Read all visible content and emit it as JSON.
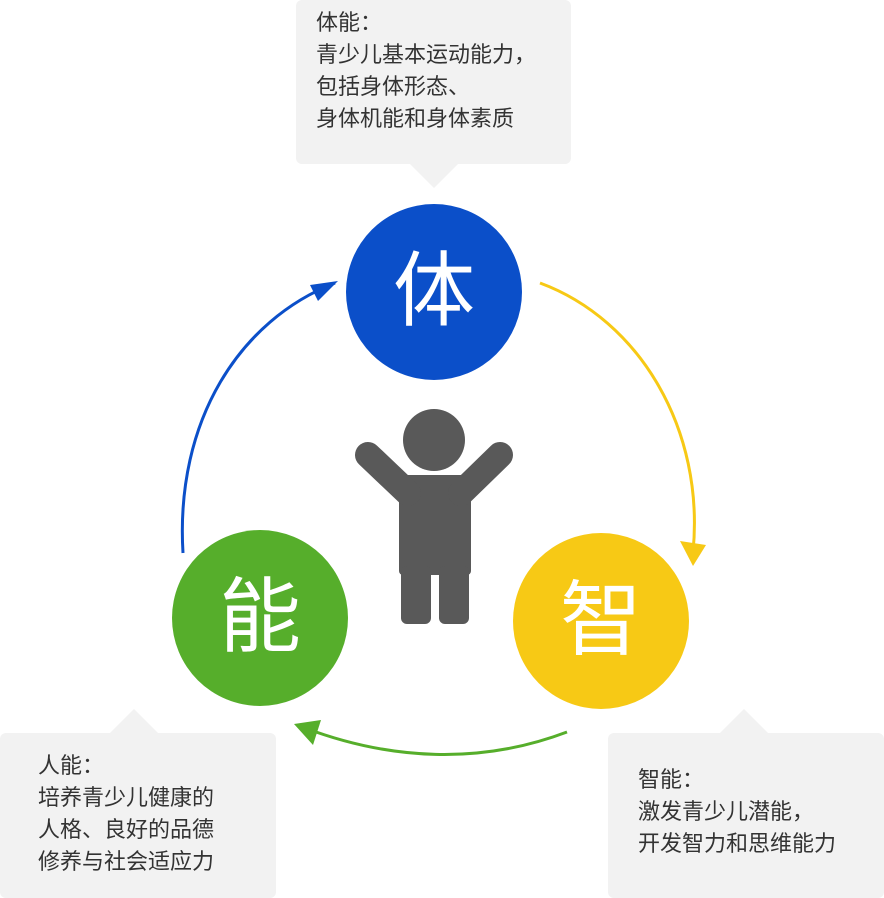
{
  "nodes": {
    "top": {
      "label": "体",
      "color": "#0b4fc9"
    },
    "right": {
      "label": "智",
      "color": "#f7c915"
    },
    "left": {
      "label": "能",
      "color": "#56ae2b"
    }
  },
  "callouts": {
    "top": {
      "lines": [
        "体能：",
        "青少儿基本运动能力，",
        "包括身体形态、",
        "身体机能和身体素质"
      ]
    },
    "right": {
      "lines": [
        "智能：",
        "激发青少儿潜能，",
        "开发智力和思维能力"
      ]
    },
    "left": {
      "lines": [
        "人能：",
        "培养青少儿健康的",
        "人格、良好的品德",
        "修养与社会适应力"
      ]
    }
  },
  "colors": {
    "callout_bg": "#f2f2f2",
    "figure": "#595959",
    "arrow_blue": "#0b4fc9",
    "arrow_yellow": "#f7c915",
    "arrow_green": "#56ae2b"
  },
  "center_icon": "child-arms-raised-icon"
}
